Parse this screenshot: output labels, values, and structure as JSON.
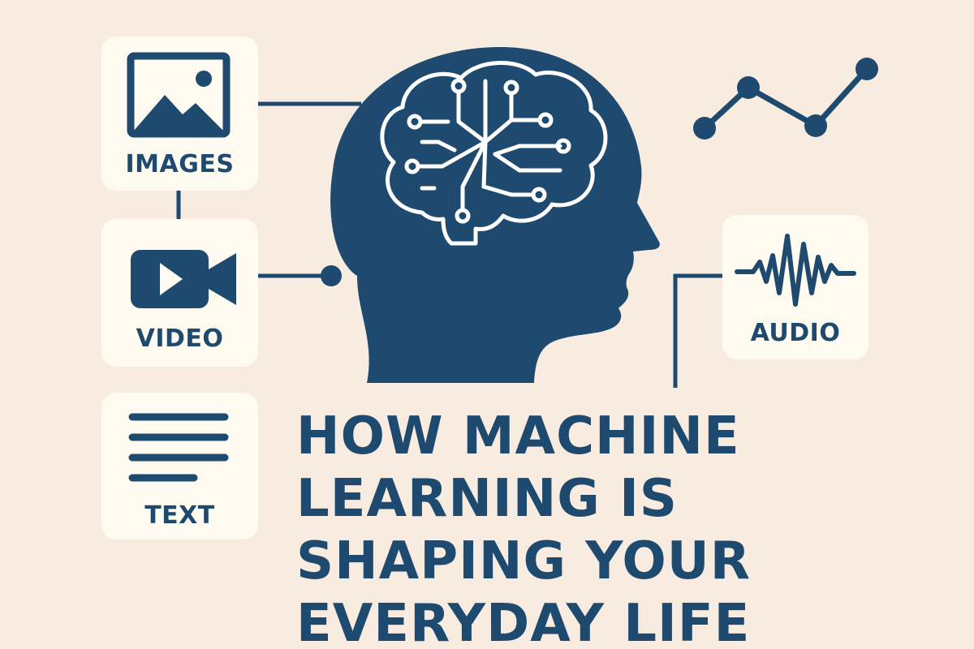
{
  "title": {
    "lines": [
      "HOW MACHINE",
      "LEARNING IS",
      "SHAPING YOUR",
      "EVERYDAY LIFE"
    ]
  },
  "cards": {
    "images": {
      "label": "IMAGES",
      "icon": "image-icon"
    },
    "video": {
      "label": "VIDEO",
      "icon": "video-camera-icon"
    },
    "text": {
      "label": "TEXT",
      "icon": "text-lines-icon"
    },
    "audio": {
      "label": "AUDIO",
      "icon": "audio-waveform-icon"
    }
  },
  "figures": {
    "head": "head-silhouette-icon",
    "brain": "brain-circuit-icon",
    "trend": "line-graph-icon"
  },
  "colors": {
    "background": "#f8ebe0",
    "card": "#fffbf0",
    "primary": "#1f4a6f",
    "line": "#1f4a6f"
  }
}
